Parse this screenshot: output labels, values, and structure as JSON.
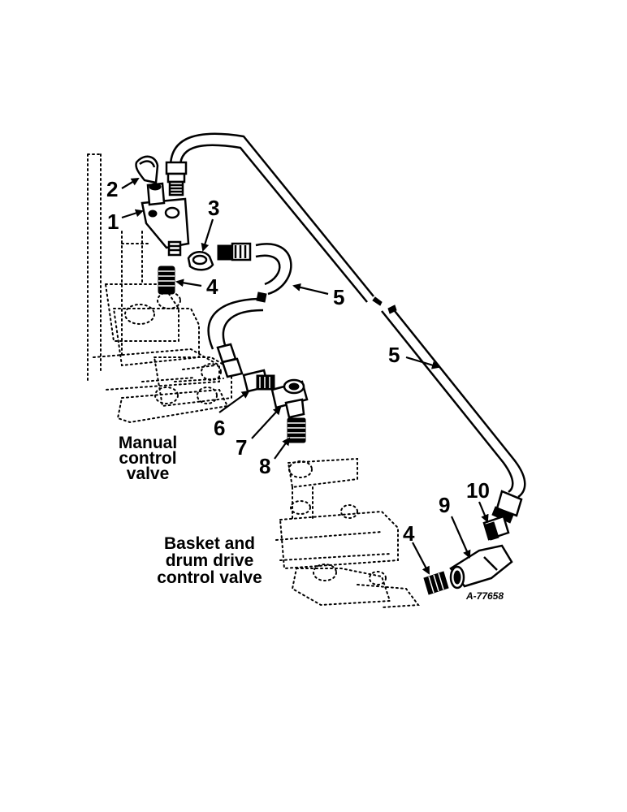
{
  "callouts": [
    "1",
    "2",
    "3",
    "4",
    "5",
    "5",
    "6",
    "7",
    "8",
    "4",
    "9",
    "10"
  ],
  "labels": {
    "manual_control_valve": [
      "Manual",
      "control",
      "valve"
    ],
    "basket_drum_valve": [
      "Basket and",
      "drum drive",
      "control valve"
    ]
  },
  "reference_code": "A-77658"
}
